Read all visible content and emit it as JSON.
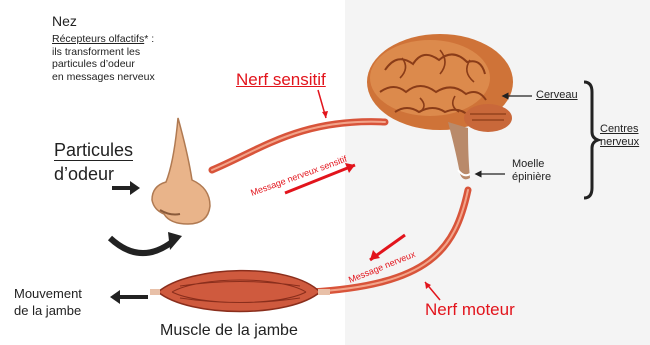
{
  "nose_block": {
    "title": "Nez",
    "receptors_label": "Récepteurs olfactifs",
    "receptors_suffix": "* :",
    "line1": "ils transforment les",
    "line2": "particules d’odeur",
    "line3": "en messages nerveux"
  },
  "particles": {
    "line1": "Particules",
    "line2": "d’odeur"
  },
  "sensory_nerve": "Nerf sensitif",
  "sensory_message": "Message nerveux sensitif",
  "brain_label": "Cerveau",
  "spinal_cord": {
    "line1": "Moelle",
    "line2": "épinière"
  },
  "centres": {
    "line1": "Centres",
    "line2": "nerveux"
  },
  "motor_message": "Message nerveux",
  "motor_nerve": "Nerf moteur",
  "movement": {
    "line1": "Mouvement",
    "line2": "de la jambe"
  },
  "muscle": "Muscle de la jambe",
  "colors": {
    "nerve": "#d8543a",
    "accent_red": "#e2141c",
    "brain": "#d07a3c",
    "skin": "#e9b48a",
    "muscle": "#cf5a3e"
  }
}
